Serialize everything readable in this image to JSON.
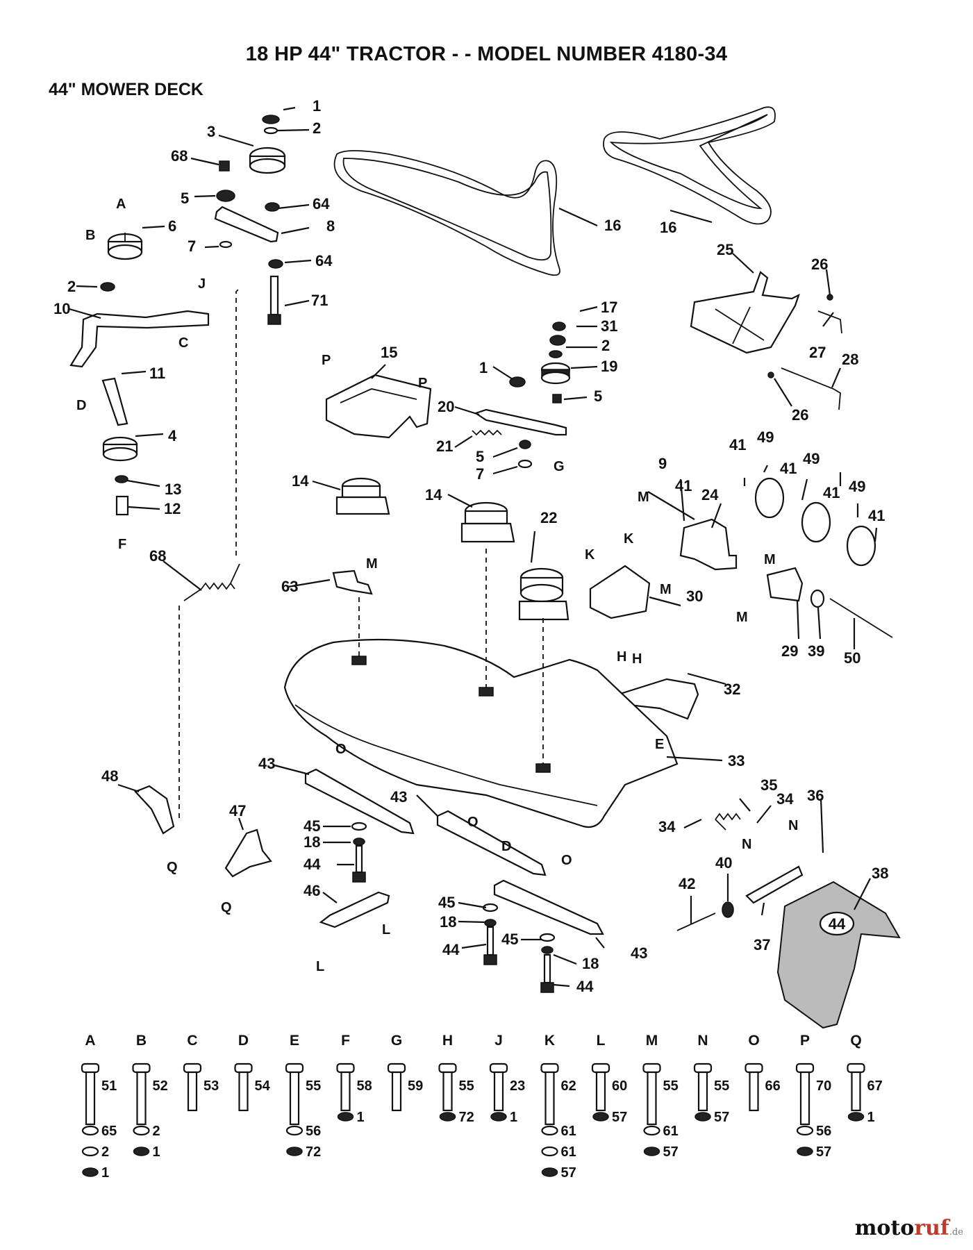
{
  "title": "18 HP 44\" TRACTOR - - MODEL NUMBER 4180-34",
  "subtitle": "44\" MOWER DECK",
  "watermark": {
    "main": "moto",
    "accent": "ruf",
    "tld": ".de"
  },
  "parts": {
    "p1": "1",
    "p2": "2",
    "p3": "3",
    "p68": "68",
    "p5": "5",
    "p64": "64",
    "p8": "8",
    "p7": "7",
    "p71": "71",
    "p6": "6",
    "p10": "10",
    "p11": "11",
    "p4": "4",
    "p13": "13",
    "p12": "12",
    "p16": "16",
    "p25": "25",
    "p26": "26",
    "p27": "27",
    "p28": "28",
    "p17": "17",
    "p31": "31",
    "p19": "19",
    "p15": "15",
    "p20": "20",
    "p21": "21",
    "p14": "14",
    "p22": "22",
    "p9": "9",
    "p41": "41",
    "p49": "49",
    "p24": "24",
    "p63": "63",
    "p30": "30",
    "p29": "29",
    "p39": "39",
    "p50": "50",
    "p32": "32",
    "p33": "33",
    "p48": "48",
    "p43": "43",
    "p45": "45",
    "p18": "18",
    "p44": "44",
    "p46": "46",
    "p47": "47",
    "p35": "35",
    "p34": "34",
    "p36": "36",
    "p42": "42",
    "p40": "40",
    "p38": "38",
    "p37": "37",
    "deck_badge": "44"
  },
  "refs": {
    "A": "A",
    "B": "B",
    "C": "C",
    "D": "D",
    "E": "E",
    "F": "F",
    "G": "G",
    "H": "H",
    "J": "J",
    "K": "K",
    "L": "L",
    "M": "M",
    "N": "N",
    "O": "O",
    "P": "P",
    "Q": "Q"
  },
  "hardware_key": [
    {
      "letter": "A",
      "items": [
        "51",
        "65",
        "2",
        "1"
      ]
    },
    {
      "letter": "B",
      "items": [
        "52",
        "2",
        "1"
      ]
    },
    {
      "letter": "C",
      "items": [
        "53"
      ]
    },
    {
      "letter": "D",
      "items": [
        "54"
      ]
    },
    {
      "letter": "E",
      "items": [
        "55",
        "56",
        "72"
      ]
    },
    {
      "letter": "F",
      "items": [
        "58",
        "1"
      ]
    },
    {
      "letter": "G",
      "items": [
        "59"
      ]
    },
    {
      "letter": "H",
      "items": [
        "55",
        "72"
      ]
    },
    {
      "letter": "J",
      "items": [
        "23",
        "1"
      ]
    },
    {
      "letter": "K",
      "items": [
        "62",
        "61",
        "61",
        "57"
      ]
    },
    {
      "letter": "L",
      "items": [
        "60",
        "57"
      ]
    },
    {
      "letter": "M",
      "items": [
        "55",
        "61",
        "57"
      ]
    },
    {
      "letter": "N",
      "items": [
        "55",
        "57"
      ]
    },
    {
      "letter": "O",
      "items": [
        "66"
      ]
    },
    {
      "letter": "P",
      "items": [
        "70",
        "56",
        "57"
      ]
    },
    {
      "letter": "Q",
      "items": [
        "67",
        "1"
      ]
    }
  ]
}
